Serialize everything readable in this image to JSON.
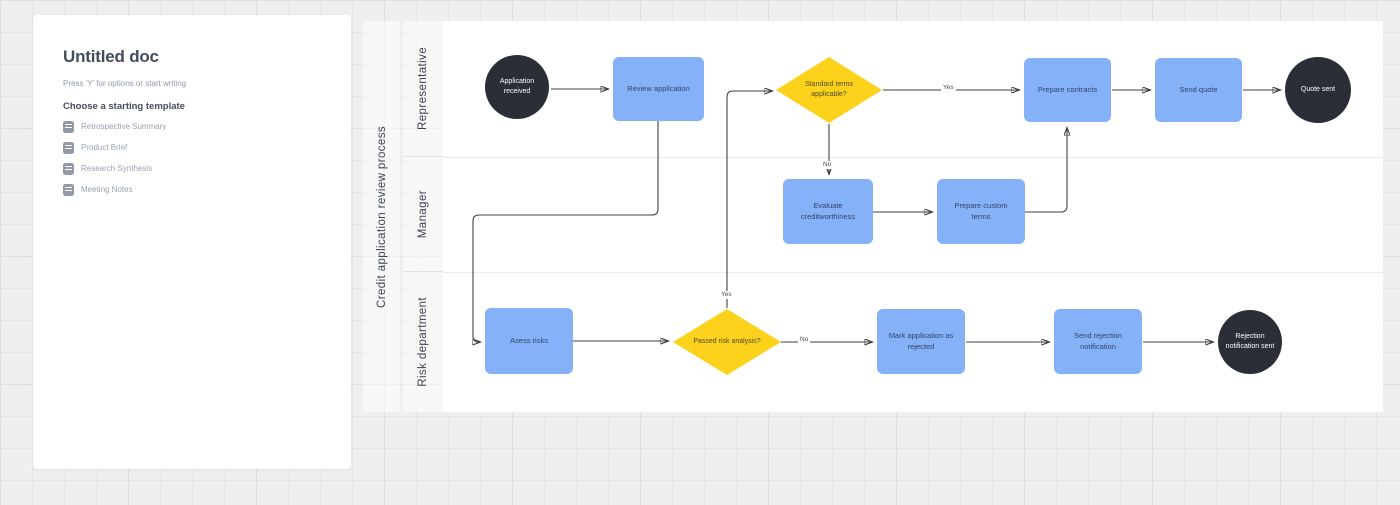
{
  "doc_panel": {
    "title": "Untitled doc",
    "hint": "Press 'Y' for options or start writing",
    "templates_heading": "Choose a starting template",
    "templates": [
      {
        "icon": "document-icon",
        "label": "Retrospective Summary"
      },
      {
        "icon": "document-icon",
        "label": "Product Brief"
      },
      {
        "icon": "document-icon",
        "label": "Research Synthesis"
      },
      {
        "icon": "document-icon",
        "label": "Meeting Notes"
      }
    ]
  },
  "diagram": {
    "title": "Credit application review process",
    "lanes": [
      {
        "label": "Representative"
      },
      {
        "label": "Manager"
      },
      {
        "label": "Risk department"
      }
    ],
    "nodes": [
      {
        "id": "application-received",
        "type": "terminal-circle",
        "lane": "Representative",
        "label": "Application received"
      },
      {
        "id": "review-application",
        "type": "process",
        "lane": "Representative",
        "label": "Review application"
      },
      {
        "id": "standard-terms",
        "type": "decision",
        "lane": "Representative",
        "label": "Standard terms applicable?"
      },
      {
        "id": "prepare-contracts",
        "type": "process",
        "lane": "Representative",
        "label": "Prepare contracts"
      },
      {
        "id": "send-quote",
        "type": "process",
        "lane": "Representative",
        "label": "Send quote"
      },
      {
        "id": "quote-sent",
        "type": "terminal-circle",
        "lane": "Representative",
        "label": "Quote sent"
      },
      {
        "id": "evaluate-creditworthiness",
        "type": "process",
        "lane": "Manager",
        "label": "Evaluate creditworthiness"
      },
      {
        "id": "prepare-custom-terms",
        "type": "process",
        "lane": "Manager",
        "label": "Prepare custom terms"
      },
      {
        "id": "assess-risks",
        "type": "process",
        "lane": "Risk department",
        "label": "Asess risks"
      },
      {
        "id": "passed-risk-analysis",
        "type": "decision",
        "lane": "Risk department",
        "label": "Passed risk analysis?"
      },
      {
        "id": "mark-application-rejected",
        "type": "process",
        "lane": "Risk department",
        "label": "Mark application as rejected"
      },
      {
        "id": "send-rejection-notification",
        "type": "process",
        "lane": "Risk department",
        "label": "Send rejection notification"
      },
      {
        "id": "rejection-notification-sent",
        "type": "terminal-circle",
        "lane": "Risk department",
        "label": "Rejection notification sent"
      }
    ],
    "edges": [
      {
        "from": "application-received",
        "to": "review-application",
        "label": ""
      },
      {
        "from": "review-application",
        "to": "assess-risks",
        "label": ""
      },
      {
        "from": "assess-risks",
        "to": "passed-risk-analysis",
        "label": ""
      },
      {
        "from": "passed-risk-analysis",
        "to": "standard-terms",
        "label": "Yes"
      },
      {
        "from": "passed-risk-analysis",
        "to": "mark-application-rejected",
        "label": "No"
      },
      {
        "from": "standard-terms",
        "to": "prepare-contracts",
        "label": "Yes"
      },
      {
        "from": "standard-terms",
        "to": "evaluate-creditworthiness",
        "label": "No"
      },
      {
        "from": "evaluate-creditworthiness",
        "to": "prepare-custom-terms",
        "label": ""
      },
      {
        "from": "prepare-custom-terms",
        "to": "prepare-contracts",
        "label": ""
      },
      {
        "from": "prepare-contracts",
        "to": "send-quote",
        "label": ""
      },
      {
        "from": "send-quote",
        "to": "quote-sent",
        "label": ""
      },
      {
        "from": "mark-application-rejected",
        "to": "send-rejection-notification",
        "label": ""
      },
      {
        "from": "send-rejection-notification",
        "to": "rejection-notification-sent",
        "label": ""
      }
    ],
    "colors": {
      "process_fill": "#85B1F8",
      "process_text": "#2F4469",
      "decision_fill": "#FCD21C",
      "terminal_fill": "#2B2D37",
      "terminal_text": "#FFFFFF",
      "connector": "#3F3F3F"
    }
  }
}
